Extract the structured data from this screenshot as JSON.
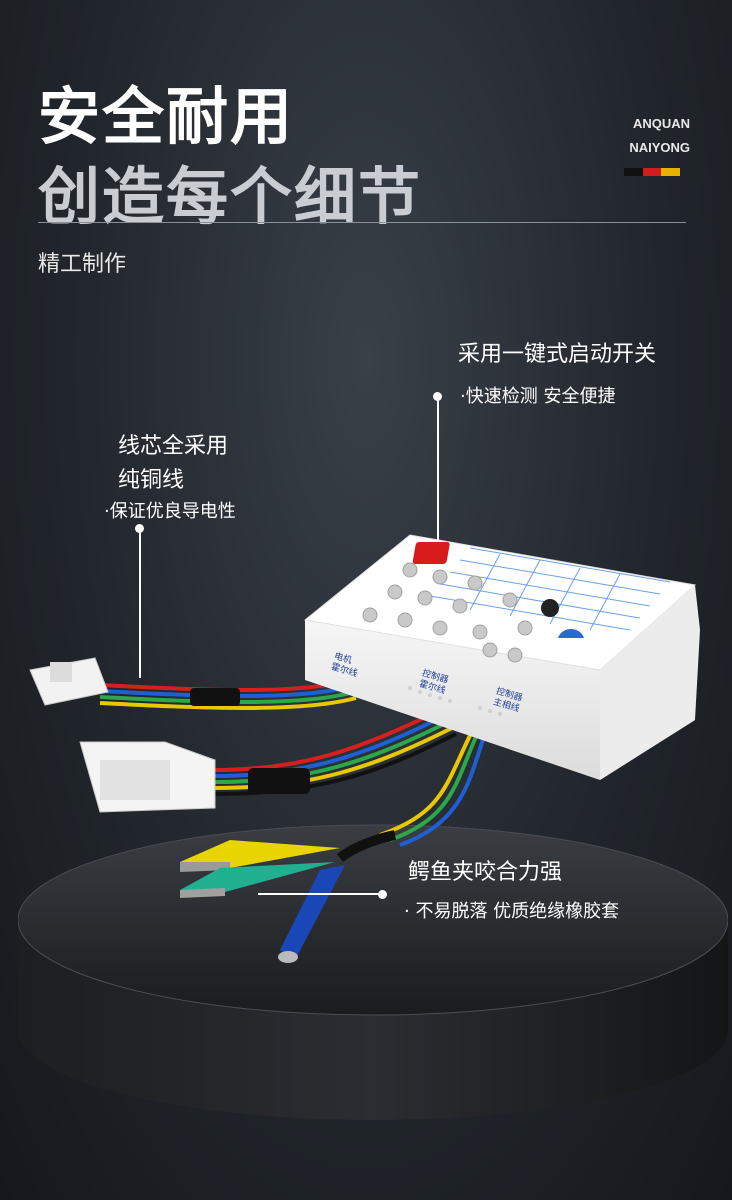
{
  "header": {
    "title_line1": "安全耐用",
    "title_line2": "创造每个细节",
    "brand_line1": "ANQUAN",
    "brand_line2": "NAIYONG",
    "subtitle": "精工制作",
    "flag_colors": [
      "#111111",
      "#d01c1f",
      "#e8b000"
    ]
  },
  "callouts": {
    "switch": {
      "title": "采用一键式启动开关",
      "sub": "快速检测 安全便捷"
    },
    "wire": {
      "title_line1": "线芯全采用",
      "title_line2": "纯铜线",
      "sub": "保证优良导电性"
    },
    "clip": {
      "title": "鳄鱼夹咬合力强",
      "sub": "不易脱落 优质绝缘橡胶套"
    }
  },
  "product": {
    "port_labels": [
      "电机\n霍尔线",
      "控制器\n霍尔线",
      "控制器\n主相线"
    ],
    "wire_colors": [
      "#d62020",
      "#1f5fd6",
      "#2aa84a",
      "#e8c800",
      "#111111"
    ]
  }
}
